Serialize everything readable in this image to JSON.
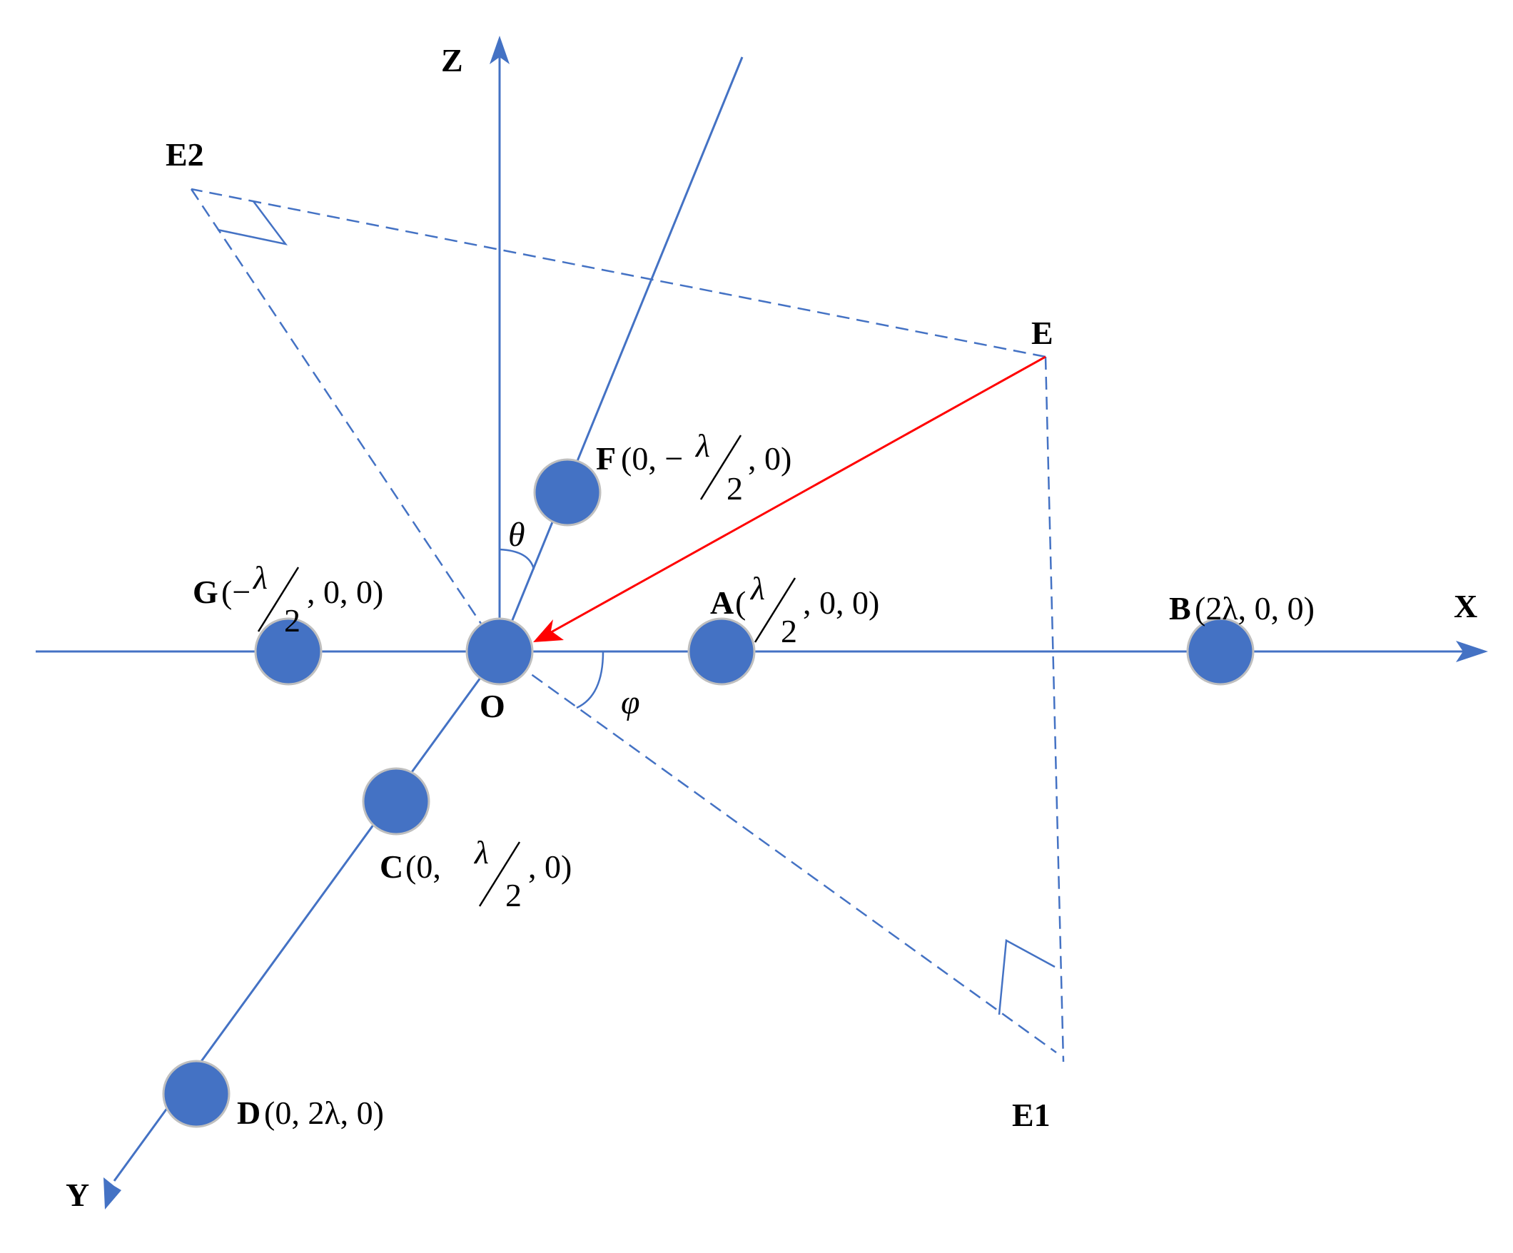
{
  "axes": {
    "x_label": "X",
    "y_label": "Y",
    "z_label": "Z",
    "origin_label": "O"
  },
  "angles": {
    "theta": "θ",
    "phi": "φ"
  },
  "points": {
    "E": "E",
    "E1": "E1",
    "E2": "E2"
  },
  "nodes": {
    "A": {
      "letter": "A",
      "open": "(",
      "num": "λ",
      "den": "2",
      "rest": ", 0, 0)"
    },
    "B": {
      "letter": "B",
      "coords": "(2λ, 0, 0)"
    },
    "C": {
      "letter": "C",
      "open": " (0, ",
      "num": "λ",
      "den": "2",
      "rest": ", 0)"
    },
    "D": {
      "letter": "D",
      "coords": "(0, 2λ, 0)"
    },
    "F": {
      "letter": "F",
      "open": "(0, −",
      "num": "λ",
      "den": "2",
      "rest": ", 0)"
    },
    "G": {
      "letter": "G",
      "open": "(−",
      "num": "λ",
      "den": "2",
      "rest": ", 0, 0)"
    }
  },
  "colors": {
    "axis": "#4472c4",
    "node": "#4472c4",
    "incident_arrow": "#ff0000"
  }
}
